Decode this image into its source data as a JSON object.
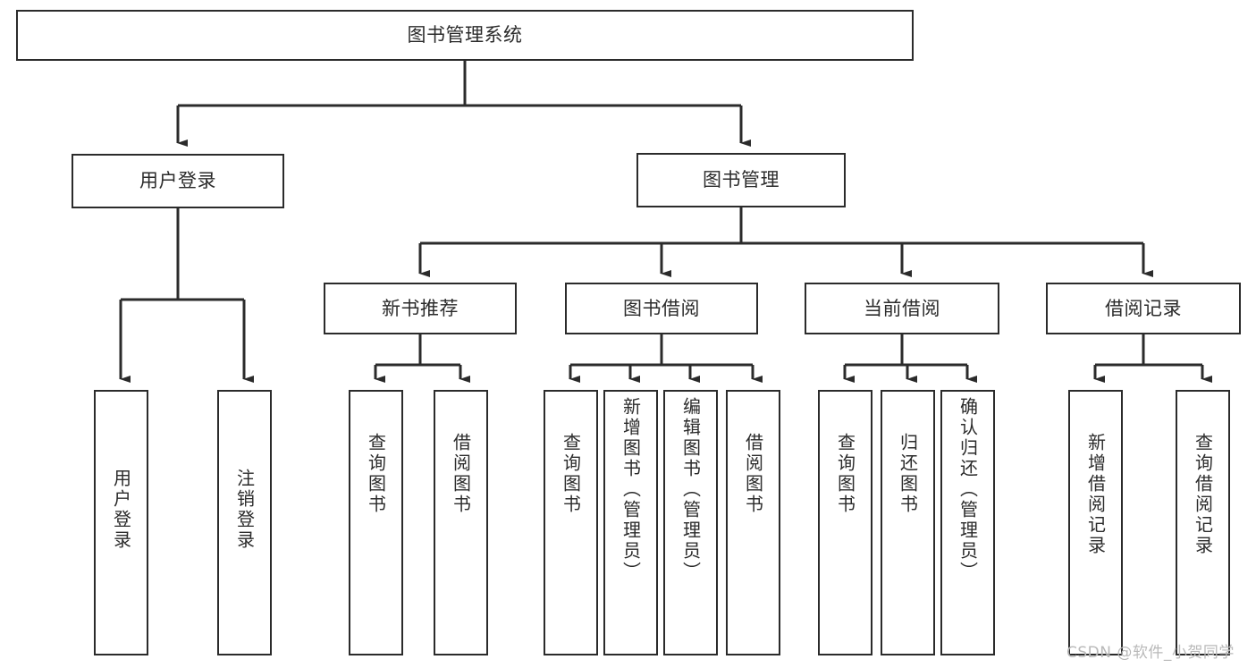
{
  "diagram": {
    "type": "tree-hierarchy-chart",
    "title": "图书管理系统",
    "line_color": "#2b2b2b",
    "background_color": "#ffffff",
    "text_color": "#2b2b2b",
    "root": {
      "label": "图书管理系统"
    },
    "level2": [
      {
        "label": "用户登录"
      },
      {
        "label": "图书管理"
      }
    ],
    "level3": [
      {
        "label": "新书推荐"
      },
      {
        "label": "图书借阅"
      },
      {
        "label": "当前借阅"
      },
      {
        "label": "借阅记录"
      }
    ],
    "leaves": {
      "user_login": [
        {
          "label": "用户登录"
        },
        {
          "label": "注销登录"
        }
      ],
      "new_book_recommend": [
        {
          "label": "查询图书"
        },
        {
          "label": "借阅图书"
        }
      ],
      "book_borrow": [
        {
          "label": "查询图书"
        },
        {
          "label": "新增图书（管理员）"
        },
        {
          "label": "编辑图书（管理员）"
        },
        {
          "label": "借阅图书"
        }
      ],
      "current_borrow": [
        {
          "label": "查询图书"
        },
        {
          "label": "归还图书"
        },
        {
          "label": "确认归还（管理员）"
        }
      ],
      "borrow_record": [
        {
          "label": "新增借阅记录"
        },
        {
          "label": "查询借阅记录"
        }
      ]
    }
  },
  "watermark": {
    "text": "CSDN @软件_小贺同学",
    "color": "#b9b9b9"
  }
}
